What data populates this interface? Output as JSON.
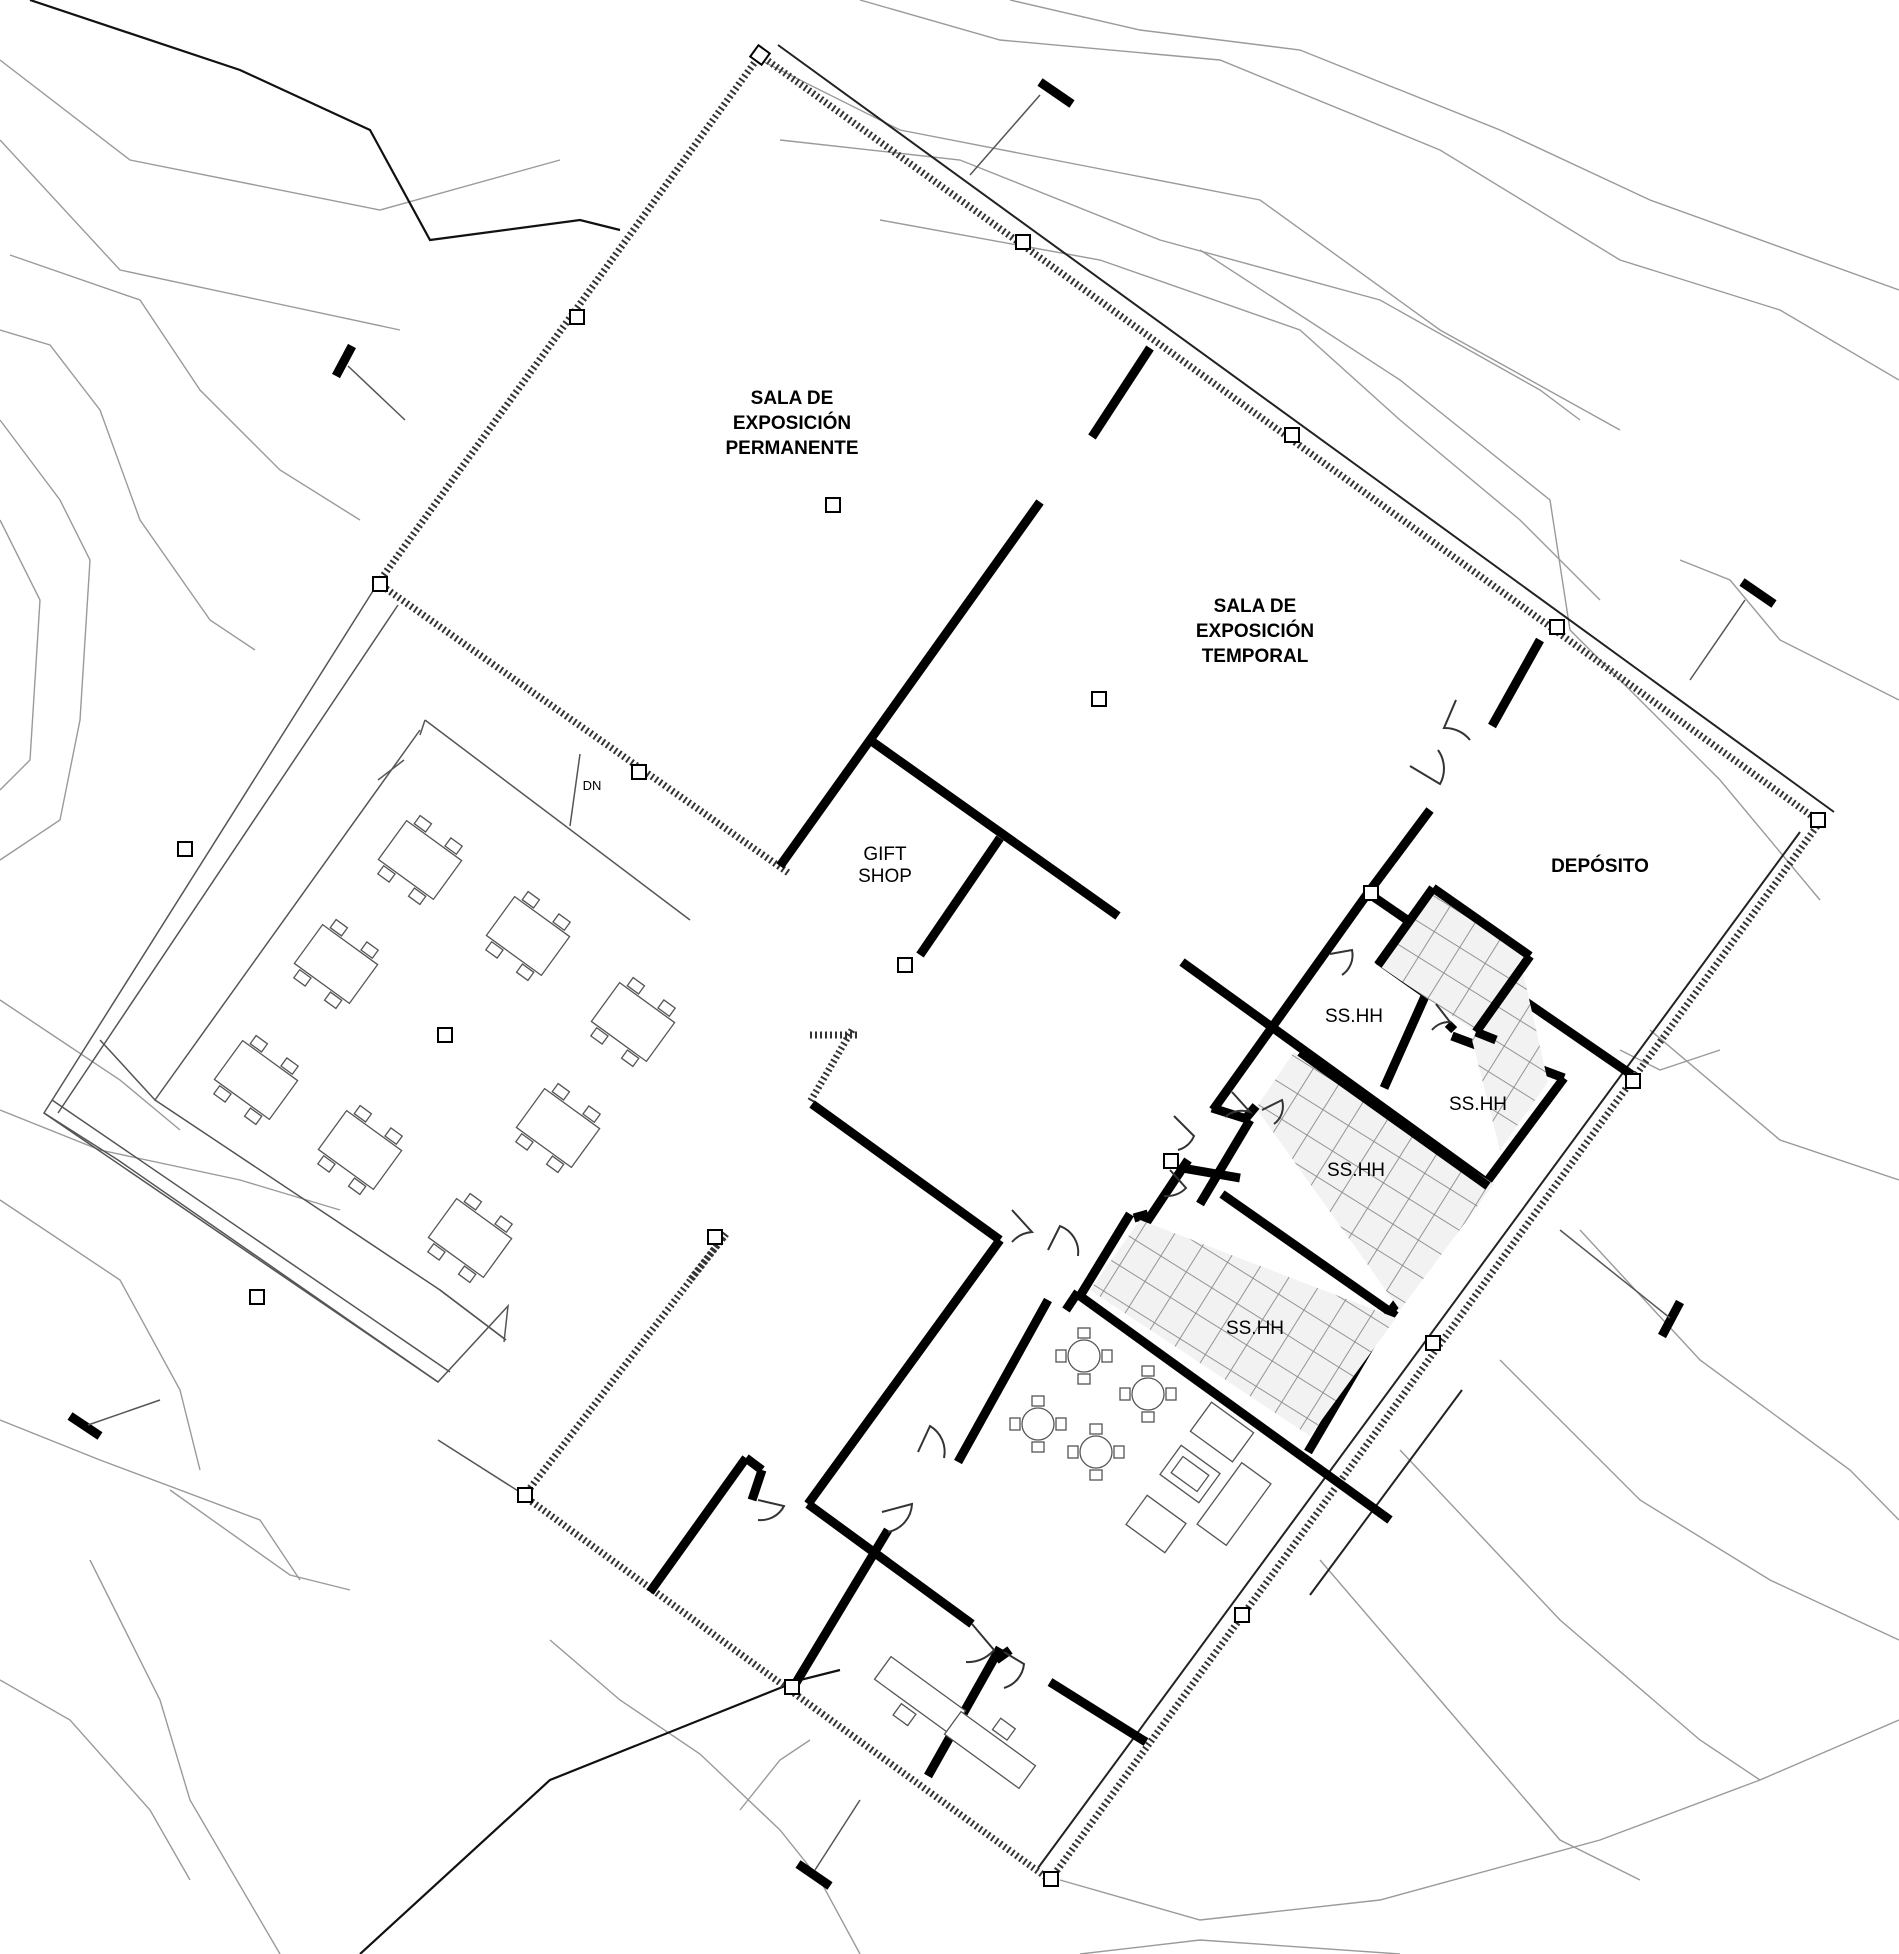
{
  "rooms": {
    "permanent": [
      "SALA DE",
      "EXPOSICIÓN",
      "PERMANENTE"
    ],
    "temporary": [
      "SALA DE",
      "EXPOSICIÓN",
      "TEMPORAL"
    ],
    "storage": "DEPÓSITO",
    "gift_shop": [
      "GIFT",
      "SHOP"
    ],
    "restroom_1": "SS.HH",
    "restroom_2": "SS.HH",
    "restroom_3": "SS.HH",
    "restroom_4": "SS.HH"
  },
  "annotations": {
    "stair_direction": "DN"
  }
}
